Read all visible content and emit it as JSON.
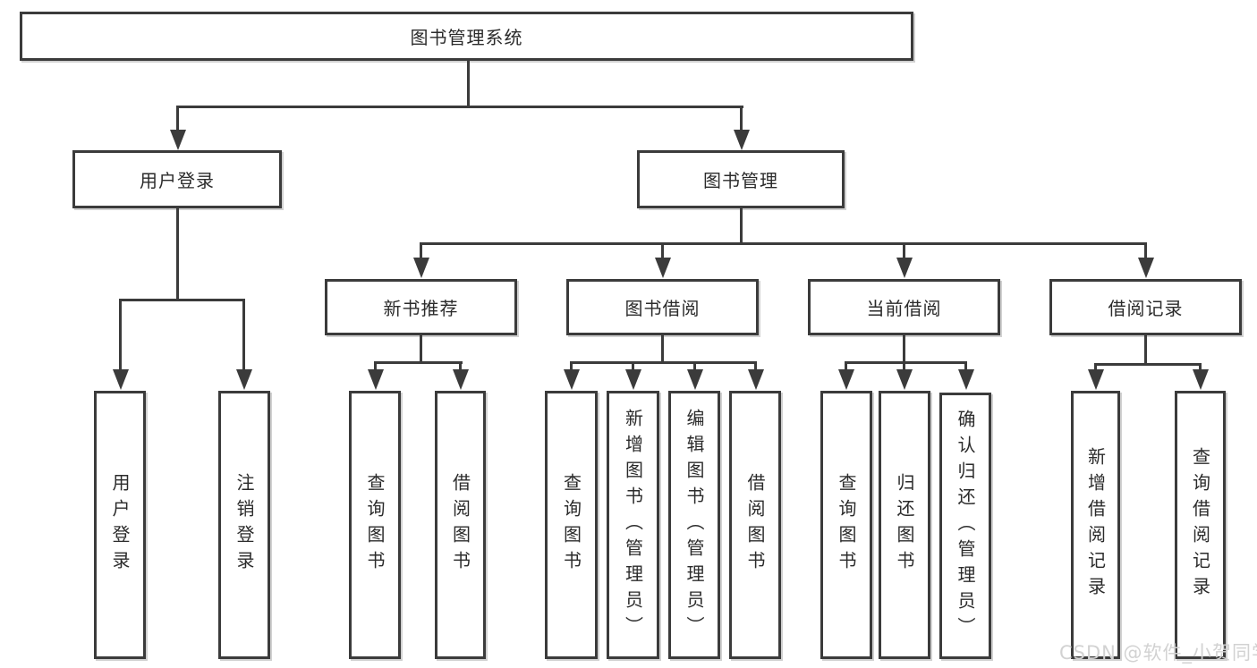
{
  "diagram": {
    "type": "hierarchy-tree",
    "root": "图书管理系统",
    "branches": [
      {
        "label": "用户登录",
        "children": [
          "用户登录",
          "注销登录"
        ]
      },
      {
        "label": "图书管理",
        "children": [
          {
            "label": "新书推荐",
            "children": [
              "查询图书",
              "借阅图书"
            ]
          },
          {
            "label": "图书借阅",
            "children": [
              "查询图书",
              "新增图书（管理员）",
              "编辑图书（管理员）",
              "借阅图书"
            ]
          },
          {
            "label": "当前借阅",
            "children": [
              "查询图书",
              "归还图书",
              "确认归还（管理员）"
            ]
          },
          {
            "label": "借阅记录",
            "children": [
              "新增借阅记录",
              "查询借阅记录"
            ]
          }
        ]
      }
    ]
  },
  "watermark": "CSDN @软件_小贺同学",
  "colors": {
    "line": "#3b3b3b",
    "text": "#2b2b2b",
    "box_bg": "#ffffff",
    "bg": "#ffffff",
    "watermark": "#d2d2d2"
  }
}
